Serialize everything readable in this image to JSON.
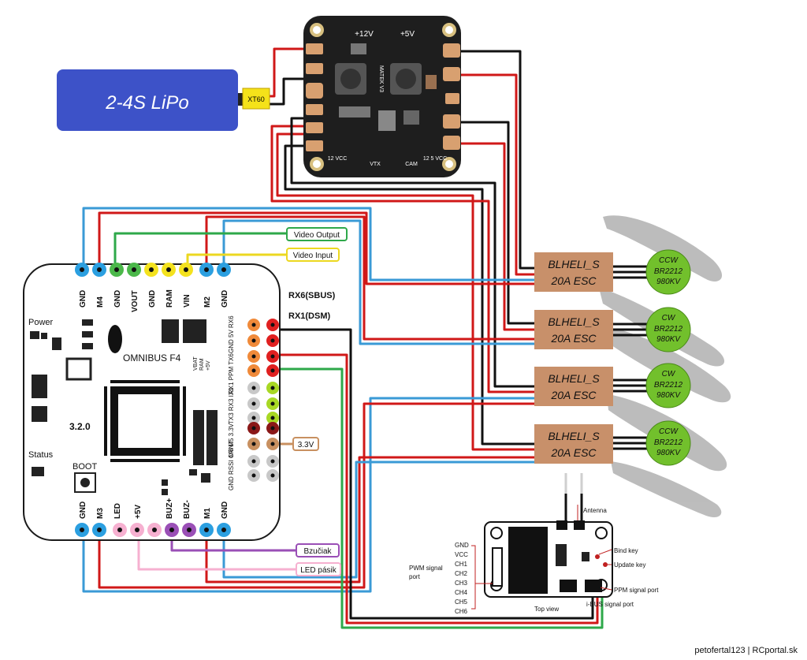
{
  "battery": {
    "label": "2-4S LiPo",
    "connector": "XT60"
  },
  "pdb": {
    "rail_12v": "+12V",
    "rail_5v": "+5V",
    "brand": "MATEK V3",
    "bottom_left": "12 VCC",
    "vtx": "VTX",
    "cam": "CAM",
    "bottom_right": "12  5  VCC"
  },
  "fc": {
    "name": "OMNIBUS F4",
    "version": "3.2.0",
    "power": "Power",
    "status": "Status",
    "boot": "BOOT",
    "vbat": "VBAT",
    "ram": "RAM",
    "plus5v": "+5V",
    "top_pins": [
      "GND",
      "M4",
      "GND",
      "VOUT",
      "GND",
      "RAM",
      "VIN",
      "M2",
      "GND"
    ],
    "bottom_pins": [
      "GND",
      "M3",
      "LED",
      "+5V",
      "BUZ+",
      "BUZ-",
      "M1",
      "GND"
    ],
    "right_rows": [
      "GND  5V  RX6",
      "RX1  PPM  TX6",
      "TX3  RX3  IX1",
      "M6  M5  3.3V",
      "GND  RSSI  CRNT",
      "",
      ""
    ],
    "side_rows": [
      "RX6",
      "RX1",
      "TX6",
      "TX3",
      "RX3",
      "M6",
      "3.3V"
    ]
  },
  "labels": {
    "video_output": "Video Output",
    "video_input": "Video Input",
    "rx6": "RX6(SBUS)",
    "rx1": "RX1(DSM)",
    "v33": "3.3V",
    "buzzer": "Bzučiak",
    "led_strip": "LED pásik"
  },
  "escs": [
    {
      "line1": "BLHELI_S",
      "line2": "20A ESC"
    },
    {
      "line1": "BLHELI_S",
      "line2": "20A ESC"
    },
    {
      "line1": "BLHELI_S",
      "line2": "20A ESC"
    },
    {
      "line1": "BLHELI_S",
      "line2": "20A ESC"
    }
  ],
  "motors": [
    {
      "dir": "CCW",
      "model": "BR2212",
      "kv": "980KV"
    },
    {
      "dir": "CW",
      "model": "BR2212",
      "kv": "980KV"
    },
    {
      "dir": "CW",
      "model": "BR2212",
      "kv": "980KV"
    },
    {
      "dir": "CCW",
      "model": "BR2212",
      "kv": "980KV"
    }
  ],
  "receiver": {
    "antenna": "Antenna",
    "bind_key": "Bind key",
    "update_key": "Update key",
    "ppm_port": "PPM signal port",
    "ibus_port": "i-BUS signal port",
    "top_view": "Top view",
    "pwm_port_line1": "PWM signal",
    "pwm_port_line2": "port",
    "channels": [
      "GND",
      "VCC",
      "CH1",
      "CH2",
      "CH3",
      "CH4",
      "CH5",
      "CH6"
    ]
  },
  "credit": "petofertal123 | RCportal.sk",
  "colors": {
    "battery": "#3d52c8",
    "xt60": "#f5e21a",
    "pdb": "#1e1e1e",
    "esc": "#c8906a",
    "motor": "#72c02c",
    "prop": "#b8b8b8",
    "wire_red": "#d01818",
    "wire_black": "#111111",
    "wire_blue": "#3a9ad6",
    "wire_green": "#2ea84a",
    "wire_yellow": "#ecd820",
    "pin_blue": "#2b9fe0",
    "pin_green": "#4bb84a",
    "pin_yellow": "#f4e21e",
    "pin_pink": "#f6b0d0",
    "pin_purple": "#9a4fb6",
    "pin_orange": "#f08a3a",
    "pin_red": "#e02020",
    "pin_gray": "#c8c8c8",
    "pin_lime": "#a8d824",
    "pin_maroon": "#8a1818",
    "pin_tan": "#c89060"
  }
}
